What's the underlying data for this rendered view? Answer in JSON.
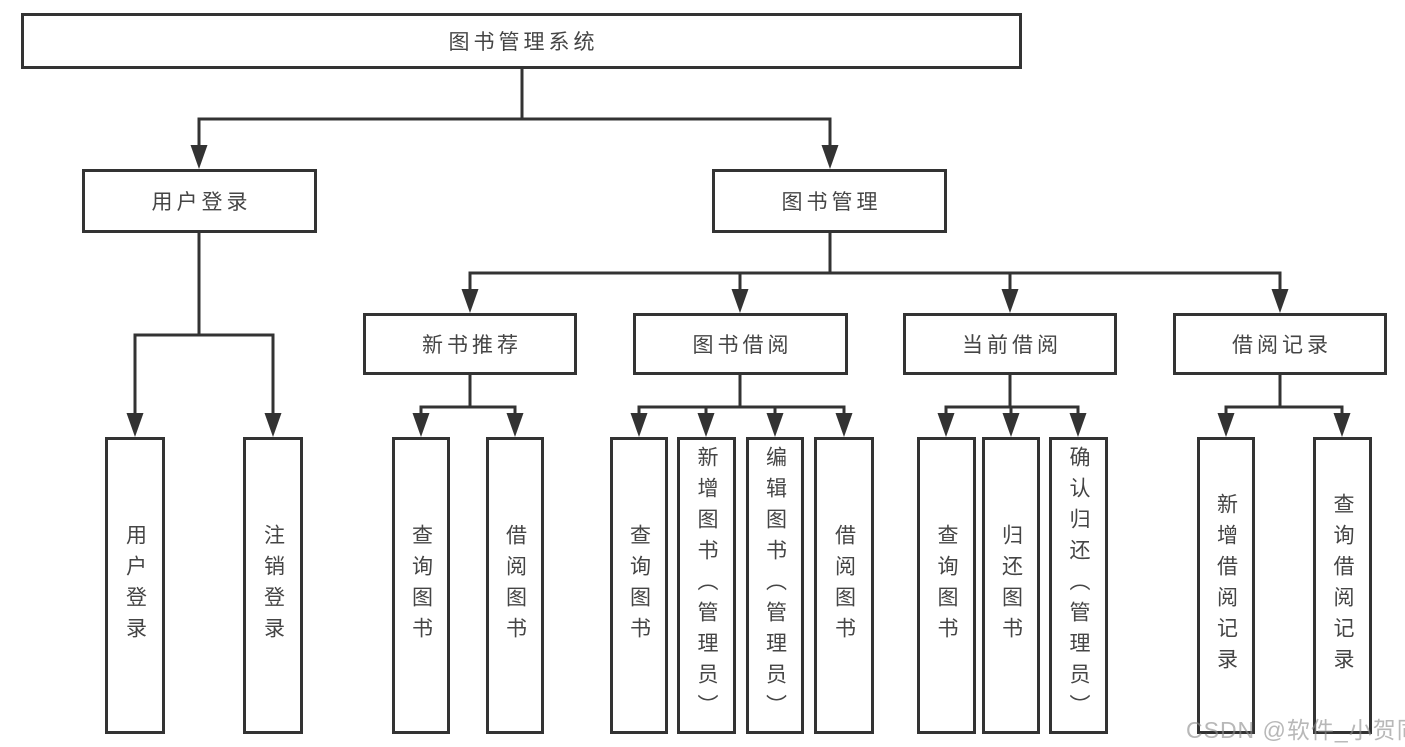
{
  "diagram": {
    "root": {
      "label": "图书管理系统"
    },
    "level2": [
      {
        "label": "用户登录"
      },
      {
        "label": "图书管理"
      }
    ],
    "level3": [
      {
        "label": "新书推荐"
      },
      {
        "label": "图书借阅"
      },
      {
        "label": "当前借阅"
      },
      {
        "label": "借阅记录"
      }
    ],
    "leaves": [
      {
        "label": "用户登录"
      },
      {
        "label": "注销登录"
      },
      {
        "label": "查询图书"
      },
      {
        "label": "借阅图书"
      },
      {
        "label": "查询图书"
      },
      {
        "label": "新增图书（管理员）"
      },
      {
        "label": "编辑图书（管理员）"
      },
      {
        "label": "借阅图书"
      },
      {
        "label": "查询图书"
      },
      {
        "label": "归还图书"
      },
      {
        "label": "确认归还（管理员）"
      },
      {
        "label": "新增借阅记录"
      },
      {
        "label": "查询借阅记录"
      }
    ]
  },
  "watermark": {
    "text": "CSDN @软件_小贺同学"
  },
  "colors": {
    "line": "#333333",
    "text": "#454545",
    "background": "#ffffff",
    "watermark_gray": "#8c8c8c"
  }
}
